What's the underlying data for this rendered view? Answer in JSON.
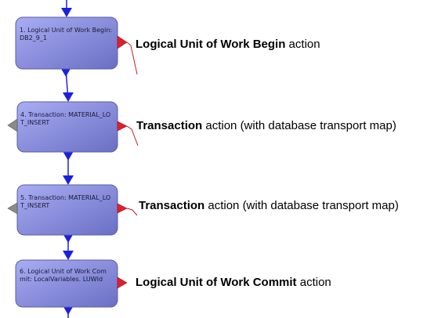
{
  "colors": {
    "node_fill_light": "#a9adf3",
    "node_fill_dark": "#6a6fc4",
    "node_stroke": "#5a5ea8",
    "flow_connector": "#1a20e0",
    "output_port": "#e0202a",
    "input_port": "#8a8a8a",
    "link_line": "#c0202a"
  },
  "nodes": [
    {
      "id": "n1",
      "text": "1. Logical Unit of Work Begin: DB2_9_1",
      "caption_bold": "Logical Unit of Work Begin",
      "caption_rest": " action",
      "has_input_port": false
    },
    {
      "id": "n4",
      "text": "4. Transaction: MATERIAL_LOT_INSERT",
      "caption_bold": "Transaction",
      "caption_rest": " action (with database transport map)",
      "has_input_port": true
    },
    {
      "id": "n5",
      "text": "5. Transaction: MATERIAL_LOT_INSERT",
      "caption_bold": "Transaction",
      "caption_rest": " action (with database transport map)",
      "has_input_port": true
    },
    {
      "id": "n6",
      "text": "6. Logical Unit of Work Commit: LocalVariables. LUWId",
      "caption_bold": "Logical Unit of Work Commit",
      "caption_rest": " action",
      "has_input_port": false
    }
  ]
}
